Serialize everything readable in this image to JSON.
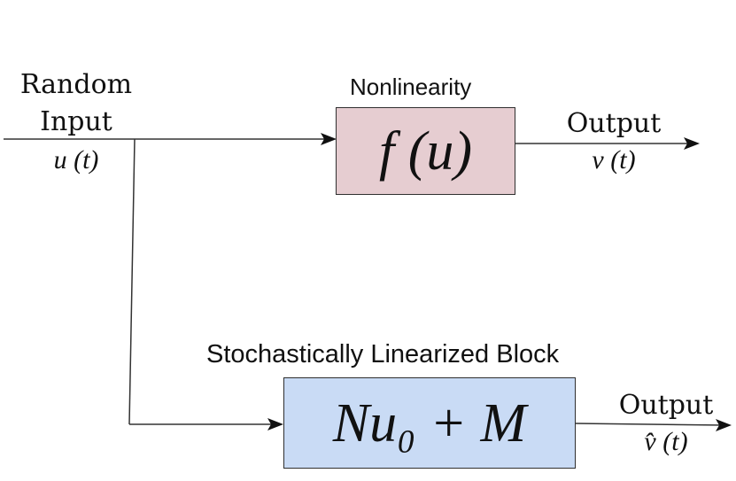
{
  "input": {
    "line1": "Random",
    "line2": "Input",
    "signal": "u (t)"
  },
  "nonlinearity": {
    "title": "Nonlinearity",
    "formula": "f (u)",
    "fill": "#e6cdd1",
    "output_label": "Output",
    "output_signal": "v (t)"
  },
  "linearized": {
    "title": "Stochastically Linearized Block",
    "formula": "Nu₀ + M",
    "fill": "#c9dbf5",
    "output_label": "Output",
    "output_signal": "v̂ (t)"
  }
}
